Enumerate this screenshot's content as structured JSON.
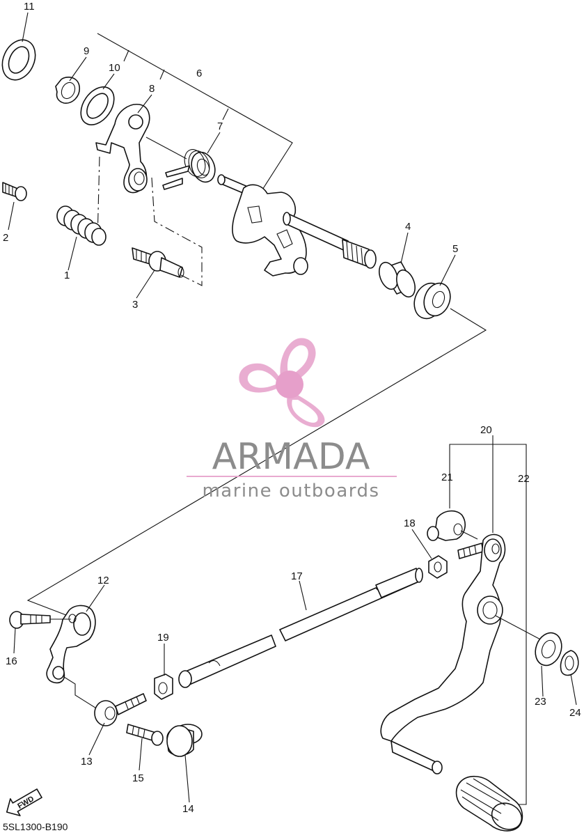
{
  "diagram": {
    "code": "5SL1300-B190",
    "direction_label": "FWD",
    "labels": [
      "1",
      "2",
      "3",
      "4",
      "5",
      "6",
      "7",
      "8",
      "9",
      "10",
      "11",
      "12",
      "13",
      "14",
      "15",
      "16",
      "17",
      "18",
      "19",
      "20",
      "21",
      "22",
      "23",
      "24"
    ]
  },
  "watermark": {
    "brand": "ARMADA",
    "tagline": "marine outboards",
    "colors": {
      "logo_pink": "#e8a9cf",
      "logo_center": "#e59ac8",
      "text_gray": "#8c8c8c"
    }
  }
}
